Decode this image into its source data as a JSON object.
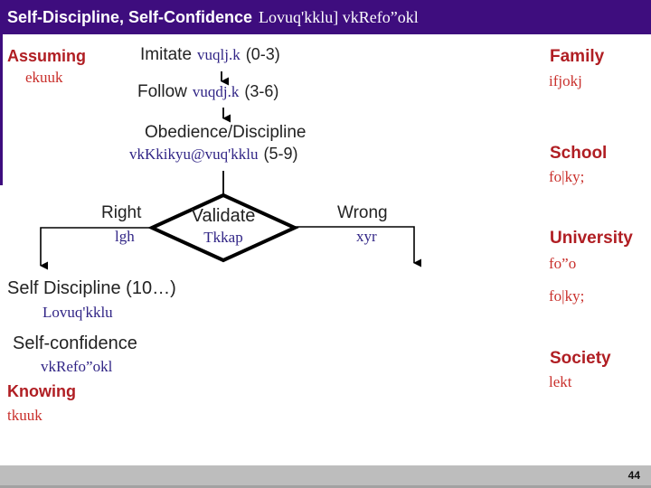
{
  "slide": {
    "title_en": "Self-Discipline, Self-Confidence",
    "title_hi": "Lovuq'kklu] vkRefo”okl",
    "page_number": "44"
  },
  "left_labels": {
    "assuming": "Assuming",
    "assuming_hi": "ekuuk",
    "knowing": "Knowing",
    "knowing_hi": "tkuuk"
  },
  "flow": {
    "imitate": "Imitate",
    "imitate_hi": "vuqlj.k",
    "imitate_age": "(0-3)",
    "follow": "Follow",
    "follow_hi": "vuqdj.k",
    "follow_age": "(3-6)",
    "obedience": "Obedience/Discipline",
    "obedience_hi": "vkKkikyu@vuq'kklu",
    "obedience_age": "(5-9)",
    "validate": "Validate",
    "validate_hi": "Tkkap",
    "right": "Right",
    "right_hi": "lgh",
    "wrong": "Wrong",
    "wrong_hi": "xyr",
    "self_discipline": "Self Discipline (10…)",
    "self_discipline_hi": "Lovuq'kklu",
    "self_confidence": "Self-confidence",
    "self_confidence_hi": "vkRefo”okl"
  },
  "right_column": [
    {
      "label": "Family",
      "hi": "ifjokj"
    },
    {
      "label": "School",
      "hi": "fo|ky;"
    },
    {
      "label": "University",
      "hi": "fo”o",
      "hi2": "fo|ky;"
    },
    {
      "label": "Society",
      "hi": "lekt"
    }
  ],
  "colors": {
    "header_purple": "#3E0D7E",
    "red_heading": "#b01e23",
    "red_serif": "#c9302c",
    "navy_serif": "#312586",
    "footer_gray": "#bdbdbd"
  }
}
